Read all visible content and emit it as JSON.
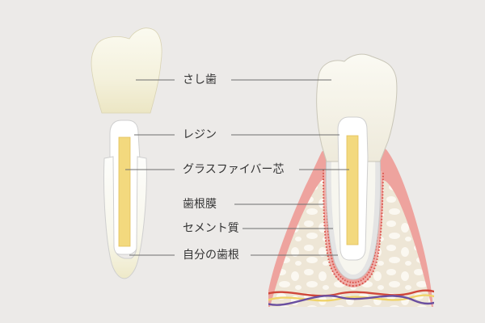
{
  "labels": {
    "crown": "さし歯",
    "resin": "レジン",
    "fiber_core": "グラスファイバー芯",
    "periodontal_ligament": "歯根膜",
    "cementum": "セメント質",
    "natural_root": "自分の歯根"
  },
  "colors": {
    "background": "#eceae8",
    "tooth": "#f4f1dc",
    "gum": "#eea39e",
    "bone": "#eee6d8",
    "fiber": "#f3d97e",
    "leader_line": "#6e6e6e",
    "vein": "#6a4fa0",
    "artery": "#d0473a",
    "nerve": "#f0d36a"
  }
}
